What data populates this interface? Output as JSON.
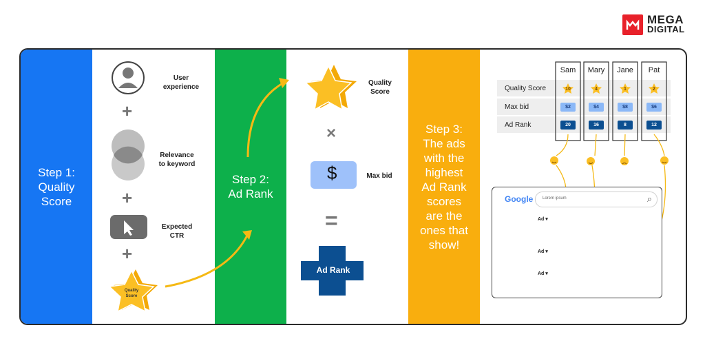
{
  "brand": {
    "line1": "MEGA",
    "line2": "DIGITAL"
  },
  "step1": {
    "label": "Step 1:\nQuality\nScore"
  },
  "step2": {
    "label": "Step 2:\nAd Rank"
  },
  "step3": {
    "label": "Step 3:\nThe ads\nwith the\nhighest\nAd Rank\nscores\nare the\nones that\nshow!"
  },
  "factors": {
    "user_experience": "User\nexperience",
    "relevance": "Relevance\nto keyword",
    "ctr": "Expected\nCTR",
    "quality_score_star": "Quality\nScore",
    "plus": "+"
  },
  "formula": {
    "quality_score": "Quality\nScore",
    "times": "×",
    "dollar": "$",
    "max_bid": "Max bid",
    "equals": "=",
    "ad_rank": "Ad Rank"
  },
  "table": {
    "columns": [
      "Sam",
      "Mary",
      "Jane",
      "Pat"
    ],
    "rows": [
      {
        "label": "Quality Score",
        "values": [
          "10",
          "4",
          "1",
          "2"
        ]
      },
      {
        "label": "Max bid",
        "values": [
          "$2",
          "$4",
          "$8",
          "$6"
        ]
      },
      {
        "label": "Ad Rank",
        "values": [
          "20",
          "16",
          "8",
          "12"
        ]
      }
    ]
  },
  "serp": {
    "brand": "Google",
    "query": "Lorem ipsum",
    "ad_label": "Ad"
  }
}
